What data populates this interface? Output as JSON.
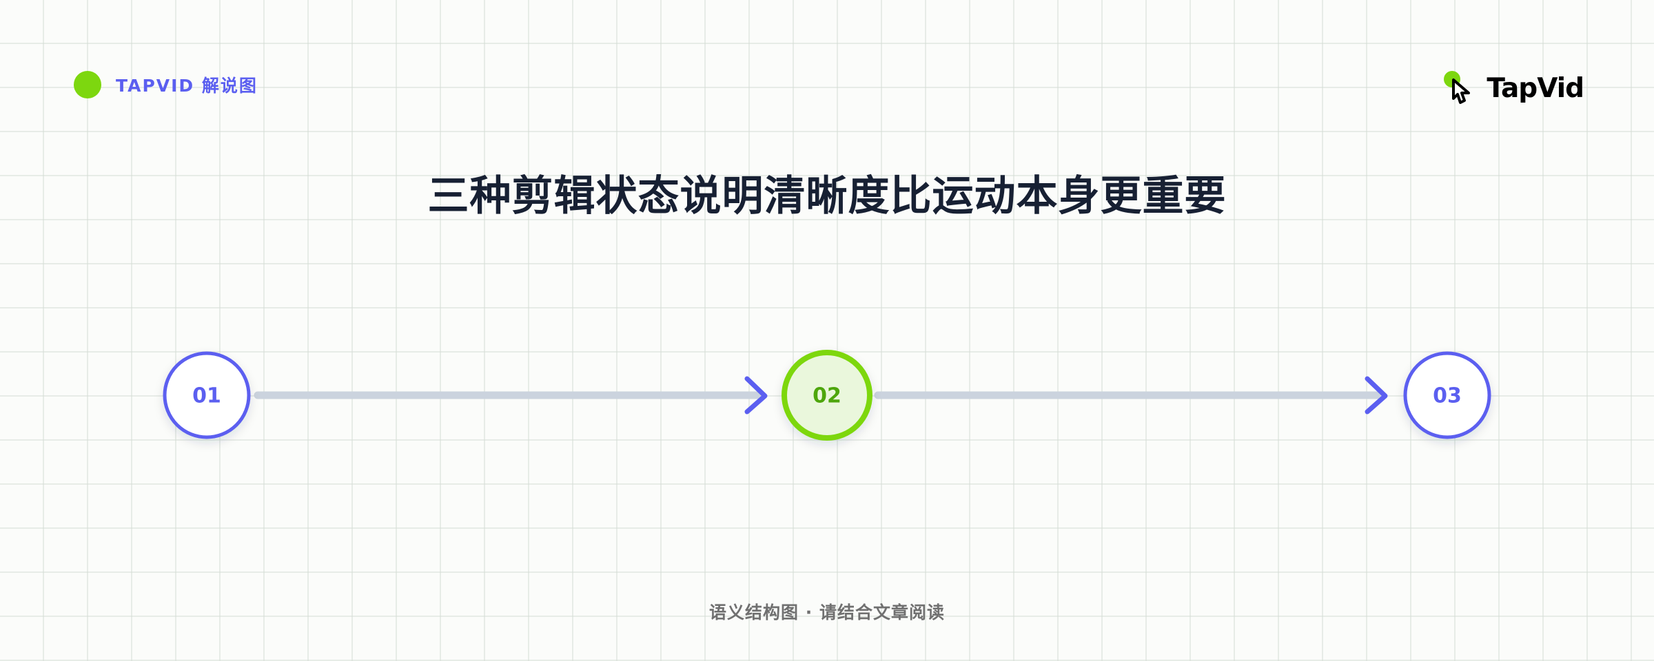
{
  "header": {
    "tag": "TAPVID 解说图",
    "logo_text": "TapVid"
  },
  "title": "三种剪辑状态说明清晰度比运动本身更重要",
  "steps": [
    {
      "label": "01",
      "active": false
    },
    {
      "label": "02",
      "active": true
    },
    {
      "label": "03",
      "active": false
    }
  ],
  "footer": "语义结构图 · 请结合文章阅读",
  "colors": {
    "accent_purple": "#5b5ff0",
    "accent_green": "#7dd70f",
    "active_green_text": "#4ea60c",
    "active_fill": "#eaf7dc",
    "connector": "#cbd3de",
    "title": "#172033",
    "footer": "#707070"
  },
  "icons": {
    "brand_dot": "green-dot-icon",
    "logo_mark": "pointer-hand-icon",
    "connector_arrow": "chevron-right-icon"
  }
}
